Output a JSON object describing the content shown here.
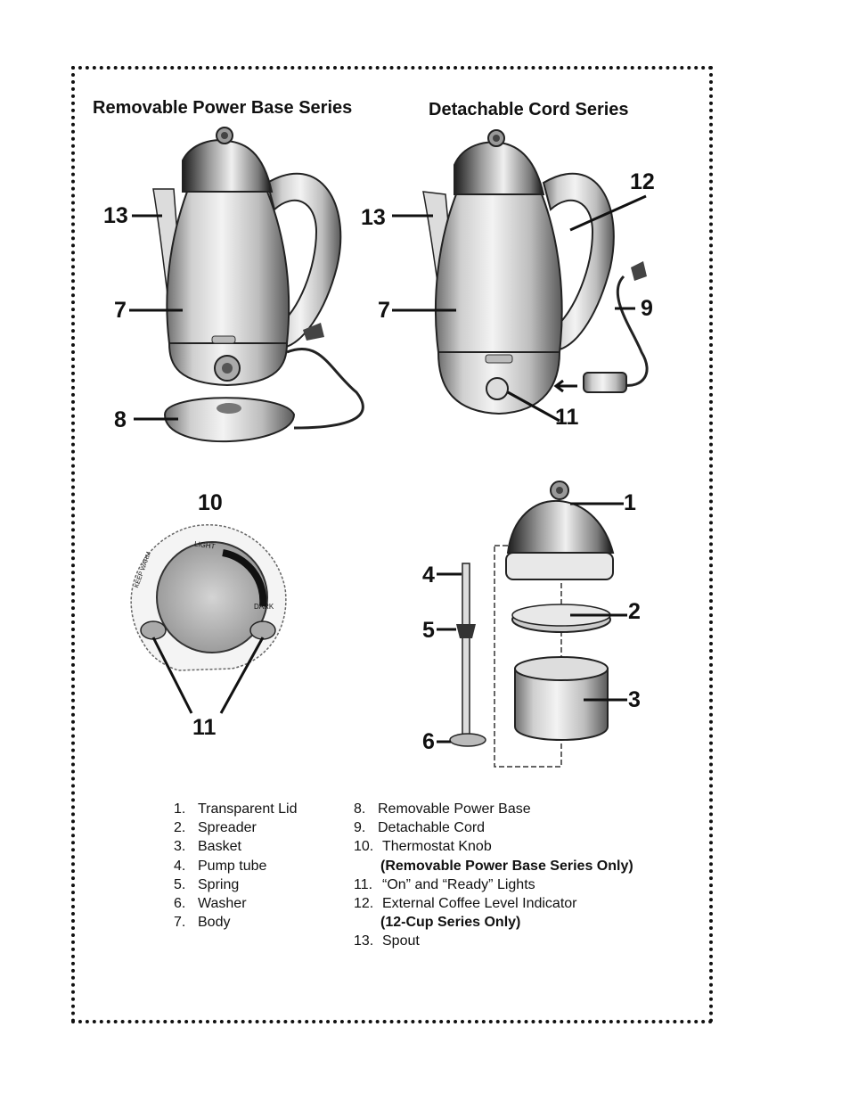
{
  "titles": {
    "left": "Removable Power Base Series",
    "right": "Detachable Cord Series"
  },
  "callouts": {
    "left_spout": "13",
    "left_body": "7",
    "left_base": "8",
    "right_spout": "13",
    "right_body": "7",
    "right_indicator": "12",
    "right_cord": "9",
    "right_lights": "11",
    "knob_title": "10",
    "knob_lights": "11",
    "part_lid": "1",
    "part_spreader": "2",
    "part_basket": "3",
    "part_tube": "4",
    "part_spring": "5",
    "part_washer": "6"
  },
  "knob": {
    "light_label": "LIGHT",
    "dark_label": "DARK",
    "keep_warm_label": "KEEP WARM"
  },
  "parts_list_left": [
    {
      "num": "1.",
      "text": "Transparent Lid"
    },
    {
      "num": "2.",
      "text": "Spreader"
    },
    {
      "num": "3.",
      "text": "Basket"
    },
    {
      "num": "4.",
      "text": "Pump tube"
    },
    {
      "num": "5.",
      "text": "Spring"
    },
    {
      "num": "6.",
      "text": "Washer"
    },
    {
      "num": "7.",
      "text": "Body"
    }
  ],
  "parts_list_right": [
    {
      "num": "8.",
      "text": "Removable Power Base"
    },
    {
      "num": "9.",
      "text": "Detachable Cord"
    },
    {
      "num": "10.",
      "text": "Thermostat Knob"
    },
    {
      "note": "(Removable Power Base Series Only)"
    },
    {
      "num": "11.",
      "text": "“On” and “Ready” Lights"
    },
    {
      "num": "12.",
      "text": "External Coffee Level Indicator"
    },
    {
      "note": "(12-Cup Series Only)"
    },
    {
      "num": "13.",
      "text": "Spout"
    }
  ]
}
